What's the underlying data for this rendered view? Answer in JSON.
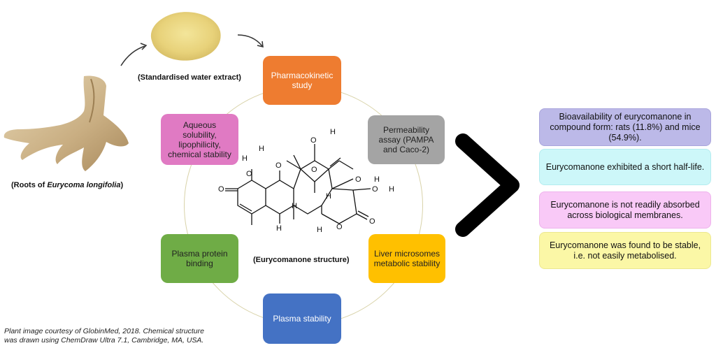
{
  "captions": {
    "extract": "(Standardised water extract)",
    "roots_pre": "(Roots of ",
    "roots_italic": "Eurycoma longifolia",
    "roots_post": ")",
    "structure": "(Eurycomanone structure)"
  },
  "cycle_boxes": {
    "pk": "Pharmacokinetic study",
    "permeability": "Permeability assay (PAMPA and Caco-2)",
    "liver": "Liver microsomes metabolic stability",
    "plasma_stability": "Plasma stability",
    "protein_binding": "Plasma protein binding",
    "aqueous": "Aqueous solubility, lipophilicity, chemical stability"
  },
  "results": {
    "bioavailability": "Bioavailability of eurycomanone in compound form: rats (11.8%) and mice (54.9%).",
    "half_life": "Eurycomanone exhibited a short half-life.",
    "absorption": "Eurycomanone is not readily absorbed across biological membranes.",
    "stable": "Eurycomanone was found to be stable, i.e. not easily metabolised."
  },
  "credit": {
    "line1": "Plant image courtesy of GlobinMed, 2018.  Chemical structure",
    "line2": "was drawn using ChemDraw Ultra 7.1, Cambridge, MA, USA."
  },
  "molecule_labels": {
    "h": "H",
    "o": "O"
  },
  "colors": {
    "pk": "#ee7c30",
    "permeability": "#a4a4a4",
    "liver": "#ffc000",
    "plasma_stability": "#4472c4",
    "protein_binding": "#6fac46",
    "aqueous": "#e07ac3",
    "result_bio": "#bcb9e8",
    "result_half": "#cdf7f9",
    "result_abs": "#f9c9f7",
    "result_stable": "#fbf7a6"
  }
}
